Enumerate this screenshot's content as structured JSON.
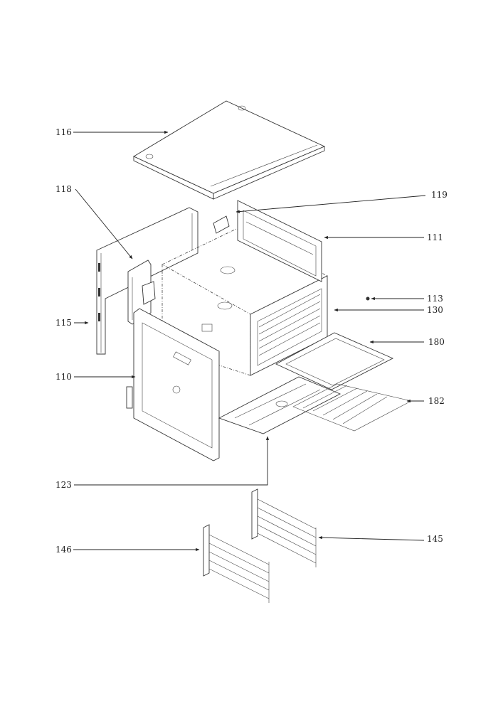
{
  "diagram": {
    "labels": [
      {
        "id": "116",
        "text": "116"
      },
      {
        "id": "118",
        "text": "118"
      },
      {
        "id": "119",
        "text": "119"
      },
      {
        "id": "111",
        "text": "111"
      },
      {
        "id": "113",
        "text": "113"
      },
      {
        "id": "130",
        "text": "130"
      },
      {
        "id": "115",
        "text": "115"
      },
      {
        "id": "180",
        "text": "180"
      },
      {
        "id": "110",
        "text": "110"
      },
      {
        "id": "182",
        "text": "182"
      },
      {
        "id": "123",
        "text": "123"
      },
      {
        "id": "145",
        "text": "145"
      },
      {
        "id": "146",
        "text": "146"
      }
    ]
  }
}
